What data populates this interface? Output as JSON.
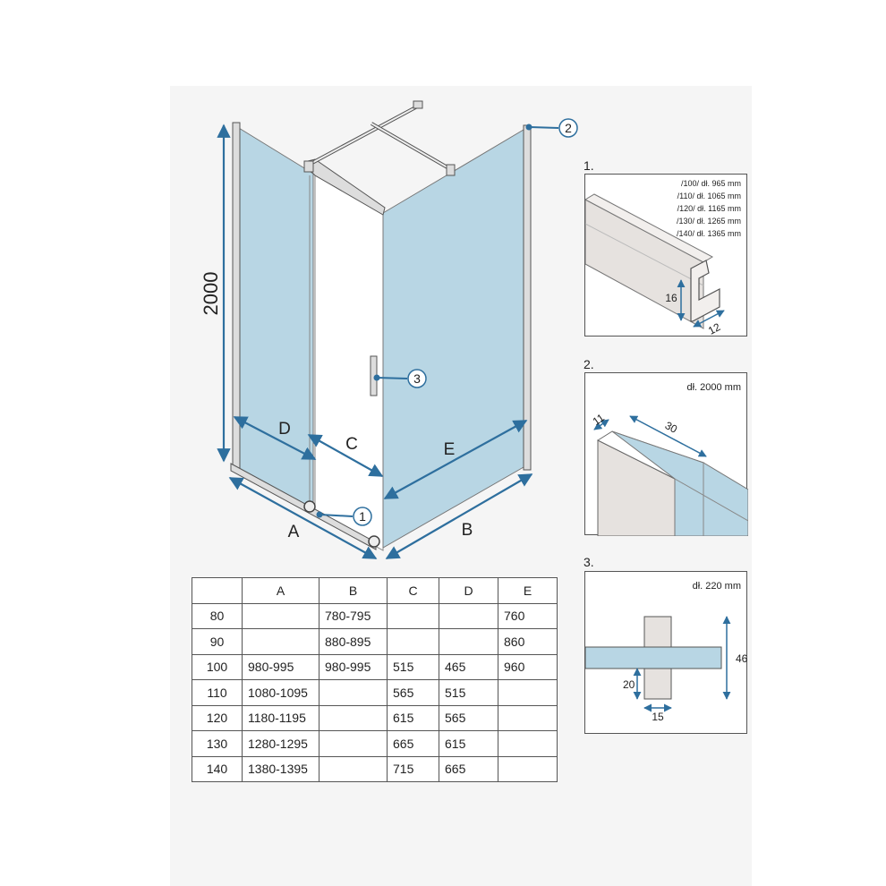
{
  "main": {
    "height_label": "2000",
    "dim_labels": {
      "A": "A",
      "B": "B",
      "C": "C",
      "D": "D",
      "E": "E"
    },
    "callouts": [
      "1",
      "2",
      "3"
    ]
  },
  "table": {
    "headers": [
      "",
      "A",
      "B",
      "C",
      "D",
      "E"
    ],
    "rows": [
      [
        "80",
        "",
        "780-795",
        "",
        "",
        "760"
      ],
      [
        "90",
        "",
        "880-895",
        "",
        "",
        "860"
      ],
      [
        "100",
        "980-995",
        "980-995",
        "515",
        "465",
        "960"
      ],
      [
        "110",
        "1080-1095",
        "",
        "565",
        "515",
        ""
      ],
      [
        "120",
        "1180-1195",
        "",
        "615",
        "565",
        ""
      ],
      [
        "130",
        "1280-1295",
        "",
        "665",
        "615",
        ""
      ],
      [
        "140",
        "1380-1395",
        "",
        "715",
        "665",
        ""
      ]
    ]
  },
  "detail1": {
    "number": "1.",
    "lengths": [
      "/100/ dł. 965 mm",
      "/110/ dł. 1065 mm",
      "/120/ dł. 1165 mm",
      "/130/ dł. 1265 mm",
      "/140/ dł. 1365 mm"
    ],
    "dim_height": "16",
    "dim_width": "12"
  },
  "detail2": {
    "number": "2.",
    "length": "dł. 2000 mm",
    "dim_a": "11",
    "dim_b": "30"
  },
  "detail3": {
    "number": "3.",
    "length": "dł. 220 mm",
    "dim_height": "46",
    "dim_offset": "20",
    "dim_width": "15"
  },
  "colors": {
    "glass": "#b8d6e4",
    "arrow": "#2e6f9e",
    "frame": "#666666",
    "profile": "#e6e2df"
  }
}
